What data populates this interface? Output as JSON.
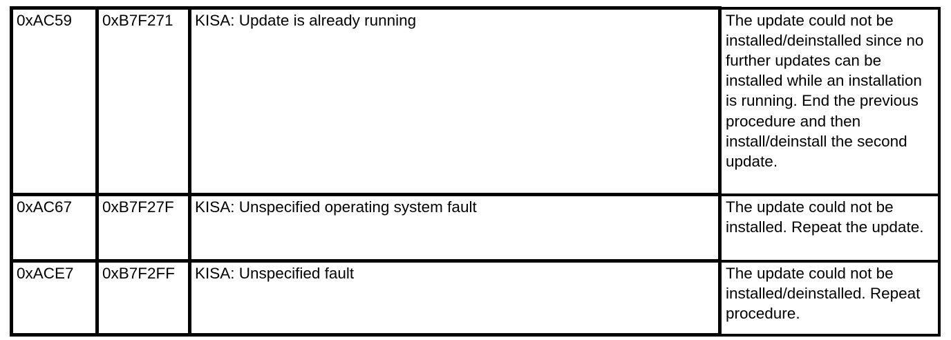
{
  "document": {
    "kind": "error-code-reference-table",
    "background_color": "#FFFFFF",
    "text_color": "#000000",
    "border_color": "#000000"
  },
  "table": {
    "column_count": 4,
    "row_count": 3,
    "columns": [
      {
        "key": "code_a",
        "label": ""
      },
      {
        "key": "code_b",
        "label": ""
      },
      {
        "key": "message",
        "label": ""
      },
      {
        "key": "remedy",
        "label": ""
      }
    ],
    "rows": [
      {
        "code_a": "0xAC59",
        "code_b": "0xB7F271",
        "message": "KISA: Update is already running",
        "remedy": "The update could not be installed/deinstalled since no further updates can be installed while an installation is running. End the previous procedure and then install/deinstall the second update."
      },
      {
        "code_a": "0xAC67",
        "code_b": "0xB7F27F",
        "message": "KISA: Unspecified operating system fault",
        "remedy": "The update could not be installed. Repeat the update."
      },
      {
        "code_a": "0xACE7",
        "code_b": "0xB7F2FF",
        "message": "KISA: Unspecified fault",
        "remedy": "The update could not be installed/deinstalled. Repeat procedure."
      }
    ]
  }
}
